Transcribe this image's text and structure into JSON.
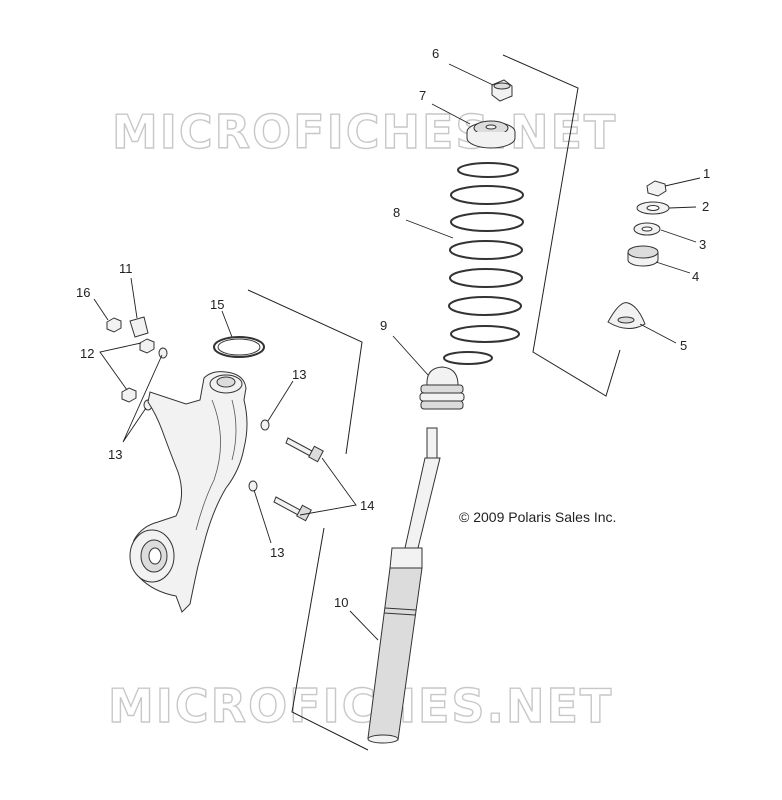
{
  "watermark": {
    "top": "MICROFICHES.NET",
    "bottom": "MICROFICHES.NET"
  },
  "copyright": "© 2009 Polaris Sales Inc.",
  "callouts": [
    {
      "id": "1",
      "label": "1"
    },
    {
      "id": "2",
      "label": "2"
    },
    {
      "id": "3",
      "label": "3"
    },
    {
      "id": "4",
      "label": "4"
    },
    {
      "id": "5",
      "label": "5"
    },
    {
      "id": "6",
      "label": "6"
    },
    {
      "id": "7",
      "label": "7"
    },
    {
      "id": "8",
      "label": "8"
    },
    {
      "id": "9",
      "label": "9"
    },
    {
      "id": "10",
      "label": "10"
    },
    {
      "id": "11",
      "label": "11"
    },
    {
      "id": "12",
      "label": "12"
    },
    {
      "id": "13a",
      "label": "13"
    },
    {
      "id": "13b",
      "label": "13"
    },
    {
      "id": "13c",
      "label": "13"
    },
    {
      "id": "14",
      "label": "14"
    },
    {
      "id": "15",
      "label": "15"
    },
    {
      "id": "16",
      "label": "16"
    }
  ]
}
